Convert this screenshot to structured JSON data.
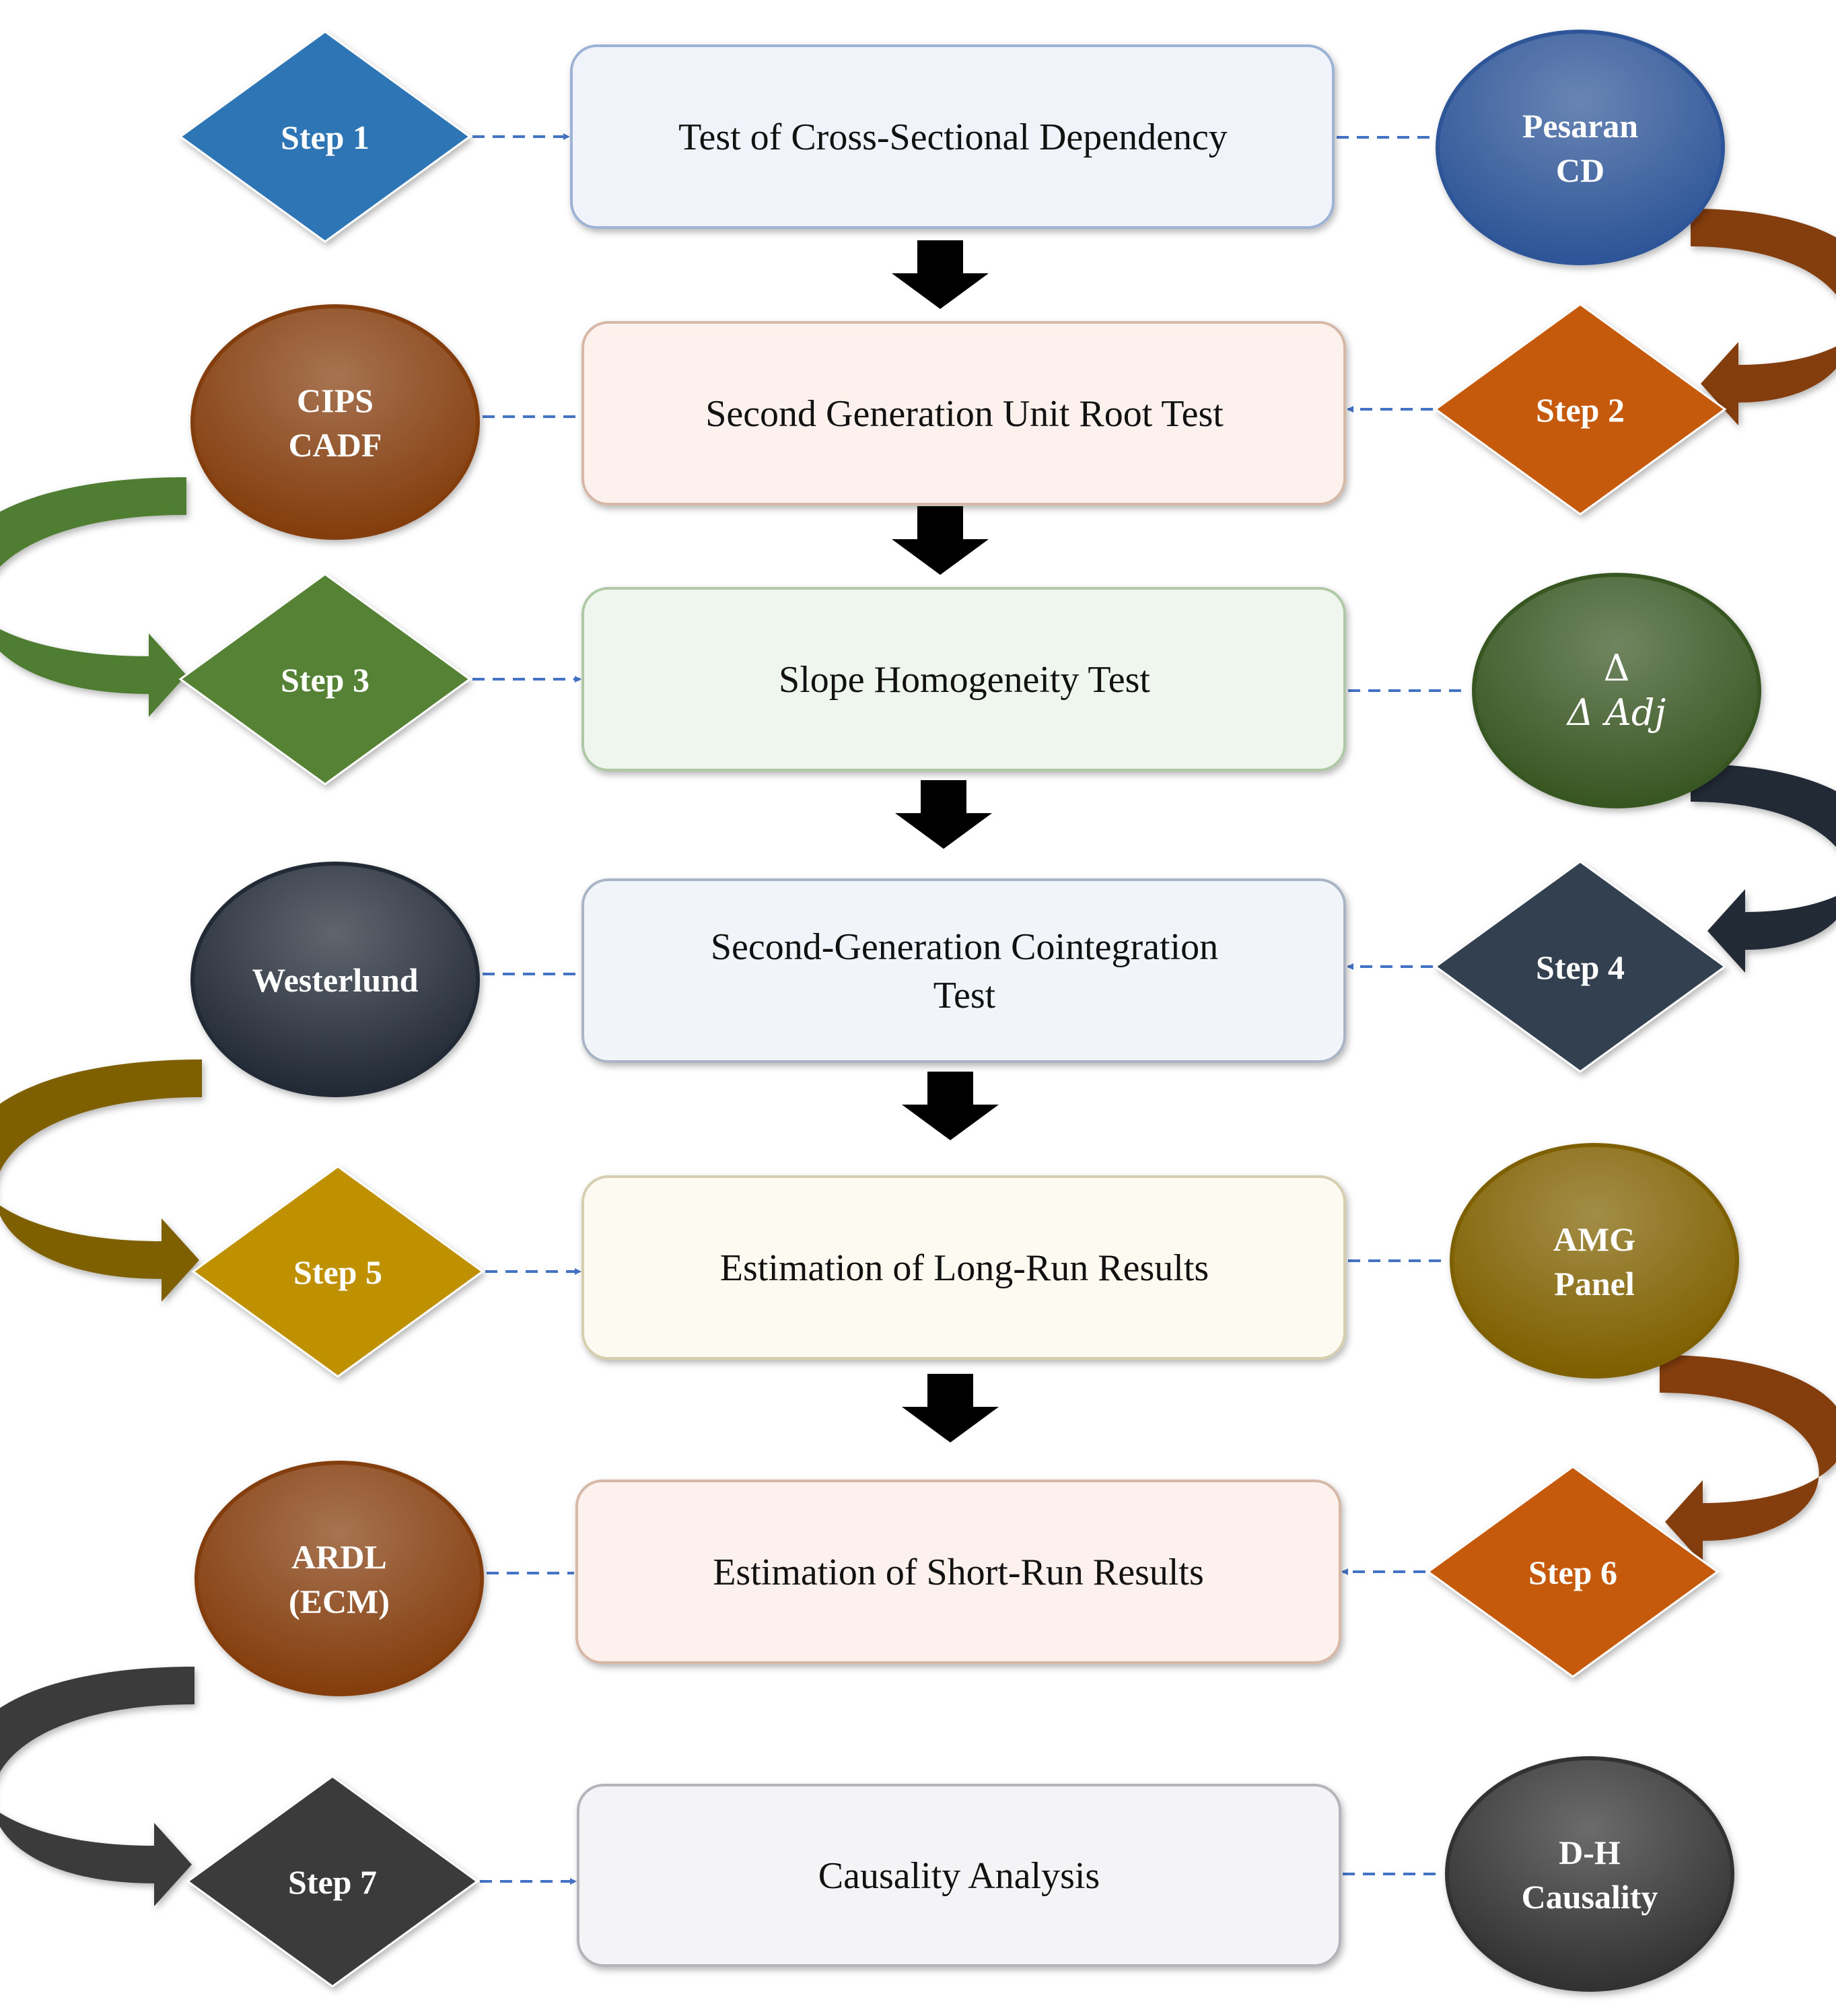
{
  "steps": [
    {
      "label": "Step 1",
      "title": [
        "Test of Cross-Sectional Dependency"
      ],
      "method": [
        "Pesaran",
        "CD"
      ],
      "color": "#2E74B5",
      "method_color": "#2F5597",
      "box_fill": "#F0F4FA",
      "box_stroke": "#9DB3D6"
    },
    {
      "label": "Step 2",
      "title": [
        "Second Generation Unit Root Test"
      ],
      "method": [
        "CIPS",
        "CADF"
      ],
      "color": "#C55A11",
      "method_color": "#843C0C",
      "box_fill": "#FCF1EC",
      "box_stroke": "#D7B7A6"
    },
    {
      "label": "Step 3",
      "title": [
        "Slope Homogeneity Test"
      ],
      "method": [
        "Δ",
        "Δ Adj"
      ],
      "color": "#548235",
      "method_color": "#375623",
      "box_fill": "#EFF6EE",
      "box_stroke": "#AFC9A6"
    },
    {
      "label": "Step 4",
      "title": [
        "Second-Generation Cointegration",
        "Test"
      ],
      "method": [
        "Westerlund"
      ],
      "color": "#333F50",
      "method_color": "#222A35",
      "box_fill": "#F1F4F8",
      "box_stroke": "#A9B5C6"
    },
    {
      "label": "Step 5",
      "title": [
        "Estimation of Long-Run Results"
      ],
      "method": [
        "AMG",
        "Panel"
      ],
      "color": "#BF9000",
      "method_color": "#7F6000",
      "box_fill": "#FDFBF1",
      "box_stroke": "#D6CFAF"
    },
    {
      "label": "Step 6",
      "title": [
        "Estimation of Short-Run Results"
      ],
      "method": [
        "ARDL",
        "(ECM)"
      ],
      "color": "#C55A11",
      "method_color": "#843C0C",
      "box_fill": "#FCF1EC",
      "box_stroke": "#D7B7A6"
    },
    {
      "label": "Step 7",
      "title": [
        "Causality Analysis"
      ],
      "method": [
        "D-H",
        "Causality"
      ],
      "color": "#3A3A3A",
      "method_color": "#333333",
      "box_fill": "#F4F4F6",
      "box_stroke": "#B4B4BC"
    }
  ],
  "colors": {
    "dashed_connector": "#4472C4",
    "down_arrow": "#000000",
    "curved_arrows": [
      "#843C0C",
      "#507E32",
      "#222A35",
      "#7F6000",
      "#843C0C",
      "#3A3A3A"
    ]
  }
}
